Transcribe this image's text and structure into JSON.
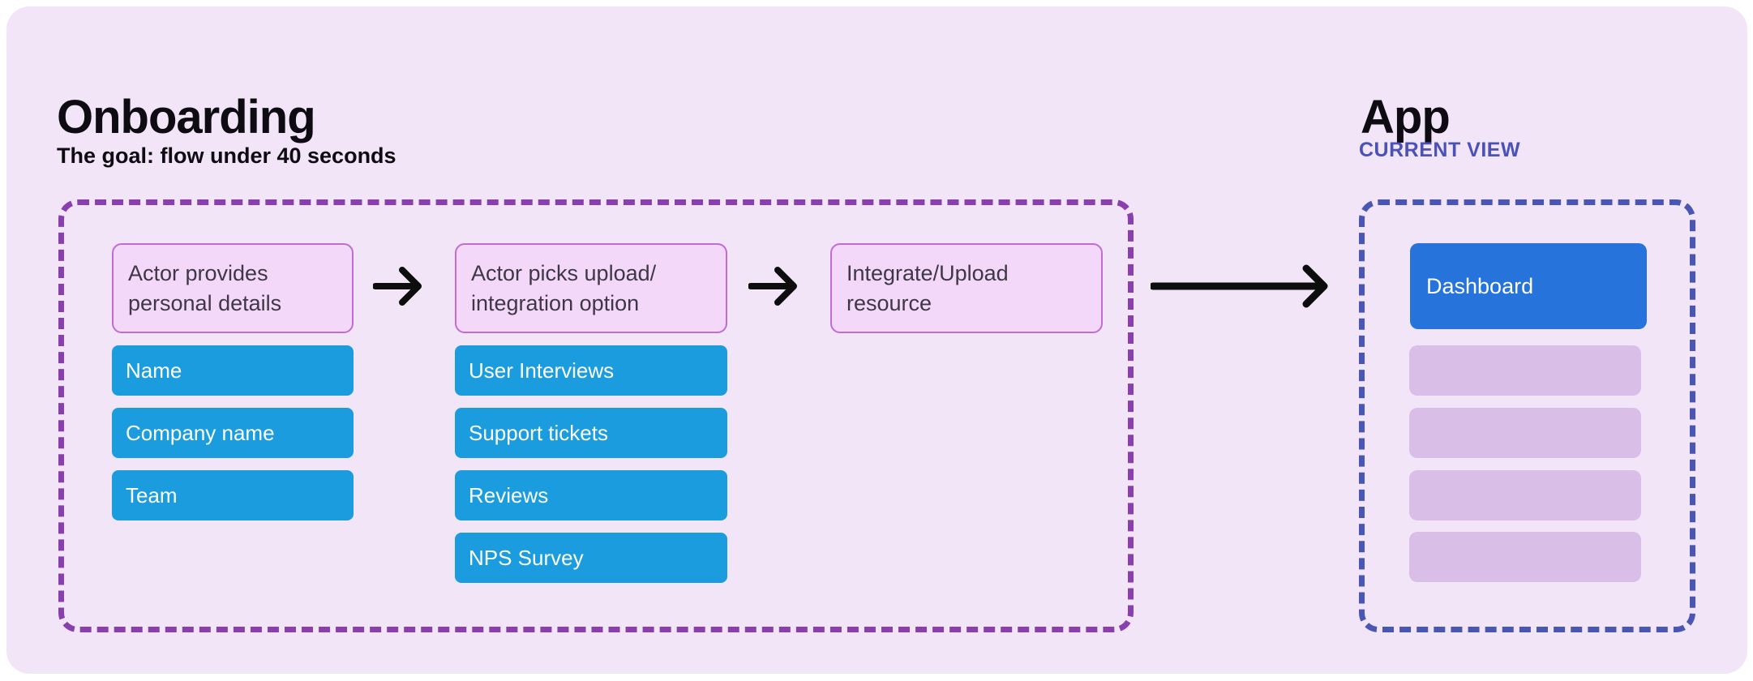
{
  "colors": {
    "page_bg": "#ffffff",
    "surface_bg": "#f2e5f8",
    "heading_color": "#0e0c12",
    "label_color": "#4a52b8",
    "flow_border": "#8a3fae",
    "app_border": "#4a56b4",
    "step_fill": "#f3d8fa",
    "step_border": "#c16bd6",
    "step_text": "#3f3745",
    "item_fill": "#1b9cde",
    "item_text": "#fdfeff",
    "active_fill": "#2673dc",
    "placeholder_fill": "#d9bee7",
    "arrow_color": "#0d0d0d"
  },
  "onboarding": {
    "title": "Onboarding",
    "subtitle": "The goal: flow under 40 seconds",
    "steps": [
      {
        "header": "Actor provides\npersonal details",
        "items": [
          "Name",
          "Company name",
          "Team"
        ]
      },
      {
        "header": "Actor picks upload/\nintegration option",
        "items": [
          "User Interviews",
          "Support tickets",
          "Reviews",
          "NPS Survey"
        ]
      },
      {
        "header": "Integrate/Upload\nresource",
        "items": []
      }
    ]
  },
  "app": {
    "title": "App",
    "view_label": "CURRENT VIEW",
    "active_item": "Dashboard",
    "placeholder_count": 4
  }
}
